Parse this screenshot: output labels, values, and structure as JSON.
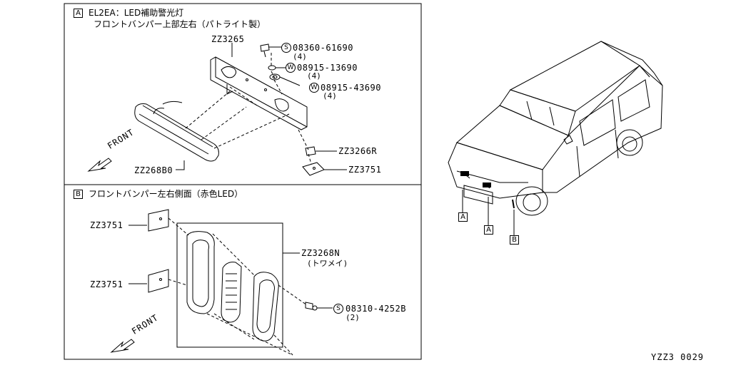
{
  "section_a": {
    "marker": "A",
    "title_line1": "EL2EA：LED補助警光灯",
    "title_line2": "フロントバンパー上部左右（パトライト製）",
    "parts": {
      "zz3265": "ZZ3265",
      "zz268b0": "ZZ268B0",
      "zz3266r": "ZZ3266R",
      "zz3751": "ZZ3751"
    },
    "fasteners": [
      {
        "symbol": "S",
        "number": "08360-61690",
        "qty": "(4)"
      },
      {
        "symbol": "W",
        "number": "08915-13690",
        "qty": "(4)"
      },
      {
        "symbol": "W",
        "number": "08915-43690",
        "qty": "(4)"
      }
    ],
    "front_label": "FRONT"
  },
  "section_b": {
    "marker": "B",
    "title": "フロントバンパー左右側面（赤色LED）",
    "parts": {
      "zz3751_top": "ZZ3751",
      "zz3751_bottom": "ZZ3751",
      "zz3268n": "ZZ3268N",
      "zz3268n_note": "(トワメイ)"
    },
    "fastener": {
      "symbol": "S",
      "number": "08310-4252B",
      "qty": "(2)"
    },
    "front_label": "FRONT"
  },
  "vehicle": {
    "callouts": [
      "A",
      "A",
      "B"
    ]
  },
  "drawing_code": "YZZ3  0029",
  "colors": {
    "line": "#000000",
    "background": "#ffffff"
  }
}
